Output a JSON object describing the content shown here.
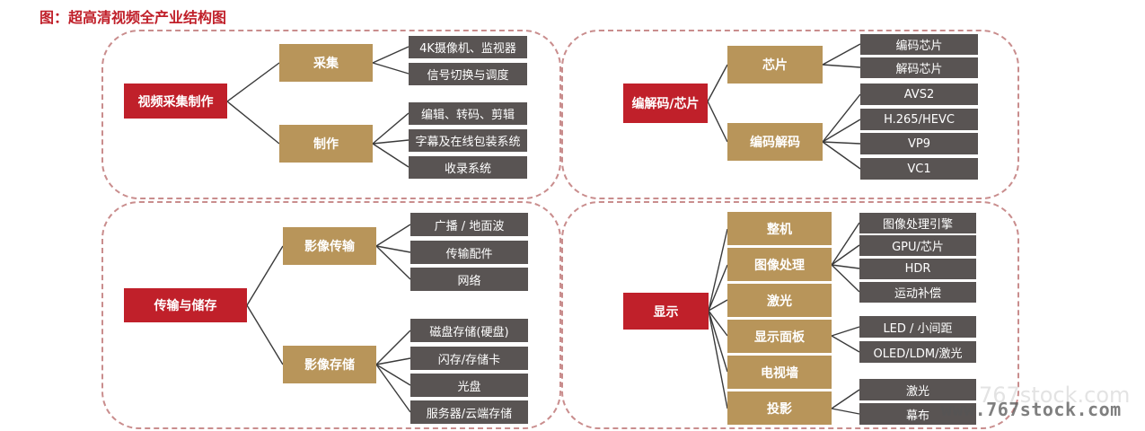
{
  "title": "图：超高清视频全产业结构图",
  "watermark": "www.767stock.com",
  "watermark_faint": "767stock.com",
  "colors": {
    "root": "#c0202a",
    "mid": "#b8955a",
    "leaf": "#595453",
    "line": "#3a3a3a",
    "panel_border": "#c98d8d"
  },
  "panels": [
    {
      "root": "视频采集制作",
      "groups": [
        {
          "label": "采集",
          "items": [
            "4K摄像机、监视器",
            "信号切换与调度"
          ]
        },
        {
          "label": "制作",
          "items": [
            "编辑、转码、剪辑",
            "字幕及在线包装系统",
            "收录系统"
          ]
        }
      ]
    },
    {
      "root": "编解码/芯片",
      "groups": [
        {
          "label": "芯片",
          "items": [
            "编码芯片",
            "解码芯片"
          ]
        },
        {
          "label": "编码解码",
          "items": [
            "AVS2",
            "H.265/HEVC",
            "VP9",
            "VC1"
          ]
        }
      ]
    },
    {
      "root": "传输与储存",
      "groups": [
        {
          "label": "影像传输",
          "items": [
            "广播 / 地面波",
            "传输配件",
            "网络"
          ]
        },
        {
          "label": "影像存储",
          "items": [
            "磁盘存储(硬盘)",
            "闪存/存储卡",
            "光盘",
            "服务器/云端存储"
          ]
        }
      ]
    },
    {
      "root": "显示",
      "groups": [
        {
          "label": "整机",
          "items": []
        },
        {
          "label": "图像处理",
          "items": [
            "图像处理引擎",
            "GPU/芯片",
            "HDR",
            "运动补偿"
          ]
        },
        {
          "label": "激光",
          "items": []
        },
        {
          "label": "显示面板",
          "items": [
            "LED / 小间距",
            "OLED/LDM/激光"
          ]
        },
        {
          "label": "电视墙",
          "items": []
        },
        {
          "label": "投影",
          "items": [
            "激光",
            "幕布"
          ]
        }
      ]
    }
  ]
}
